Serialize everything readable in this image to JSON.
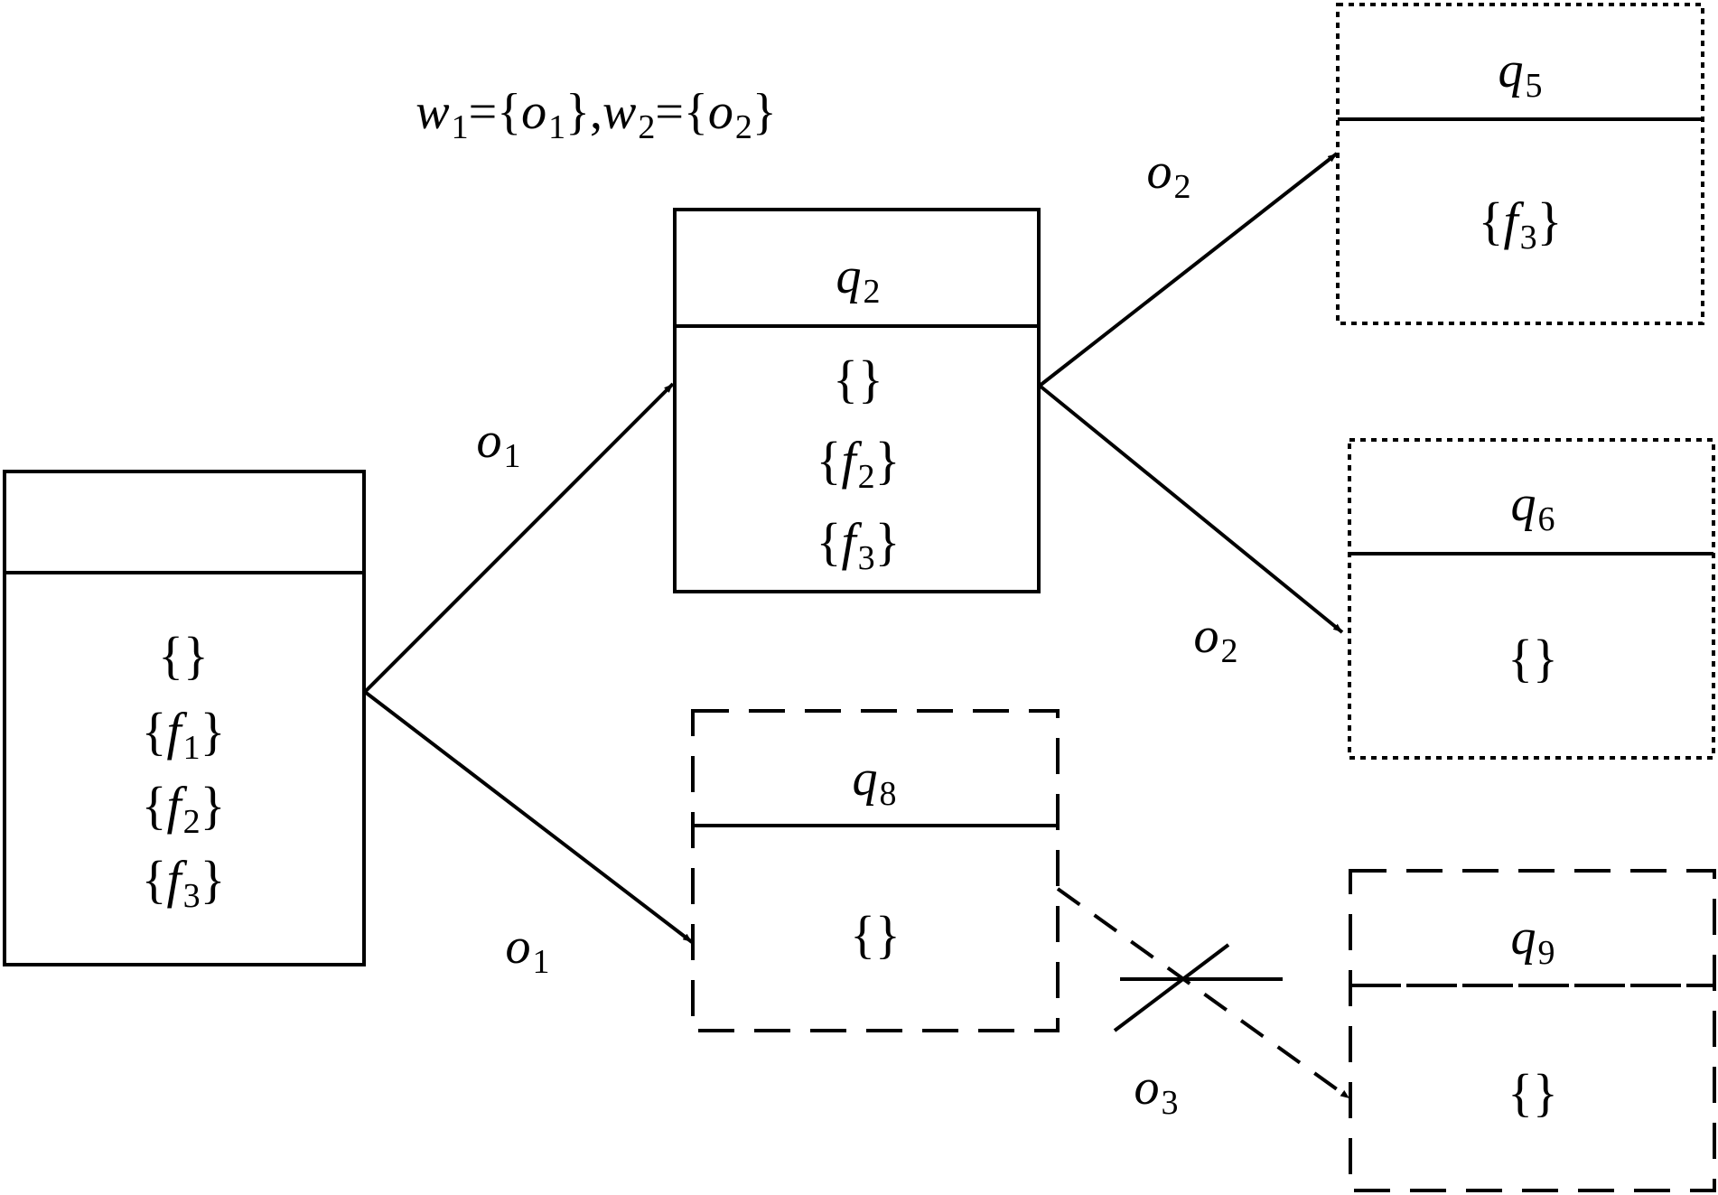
{
  "title_formula": {
    "w1": "w",
    "w1_sub": "1",
    "o1": "o",
    "o1_sub": "1",
    "w2": "w",
    "w2_sub": "2",
    "o2": "o",
    "o2_sub": "2"
  },
  "nodes": [
    {
      "id": "root",
      "label": "",
      "label_sub": "",
      "style": "solid",
      "sets": [
        {
          "name": "",
          "sub": ""
        },
        {
          "name": "f",
          "sub": "1"
        },
        {
          "name": "f",
          "sub": "2"
        },
        {
          "name": "f",
          "sub": "3"
        }
      ]
    },
    {
      "id": "q2",
      "label": "q",
      "label_sub": "2",
      "style": "solid",
      "sets": [
        {
          "name": "",
          "sub": ""
        },
        {
          "name": "f",
          "sub": "2"
        },
        {
          "name": "f",
          "sub": "3"
        }
      ]
    },
    {
      "id": "q5",
      "label": "q",
      "label_sub": "5",
      "style": "dotted",
      "sets": [
        {
          "name": "f",
          "sub": "3"
        }
      ]
    },
    {
      "id": "q6",
      "label": "q",
      "label_sub": "6",
      "style": "dotted",
      "sets": [
        {
          "name": "",
          "sub": ""
        }
      ]
    },
    {
      "id": "q8",
      "label": "q",
      "label_sub": "8",
      "style": "dashed",
      "sets": [
        {
          "name": "",
          "sub": ""
        }
      ]
    },
    {
      "id": "q9",
      "label": "q",
      "label_sub": "9",
      "style": "dashed",
      "sets": [
        {
          "name": "",
          "sub": ""
        }
      ]
    }
  ],
  "edges": [
    {
      "from": "root",
      "to": "q2",
      "label": "o",
      "label_sub": "1",
      "style": "solid",
      "blocked": false
    },
    {
      "from": "root",
      "to": "q8",
      "label": "o",
      "label_sub": "1",
      "style": "solid",
      "blocked": false
    },
    {
      "from": "q2",
      "to": "q5",
      "label": "o",
      "label_sub": "2",
      "style": "solid",
      "blocked": false
    },
    {
      "from": "q2",
      "to": "q6",
      "label": "o",
      "label_sub": "2",
      "style": "solid",
      "blocked": false
    },
    {
      "from": "q8",
      "to": "q9",
      "label": "o",
      "label_sub": "3",
      "style": "dashed",
      "blocked": true
    }
  ],
  "brace_open": "{",
  "brace_close": "}",
  "equals": "=",
  "comma": ","
}
